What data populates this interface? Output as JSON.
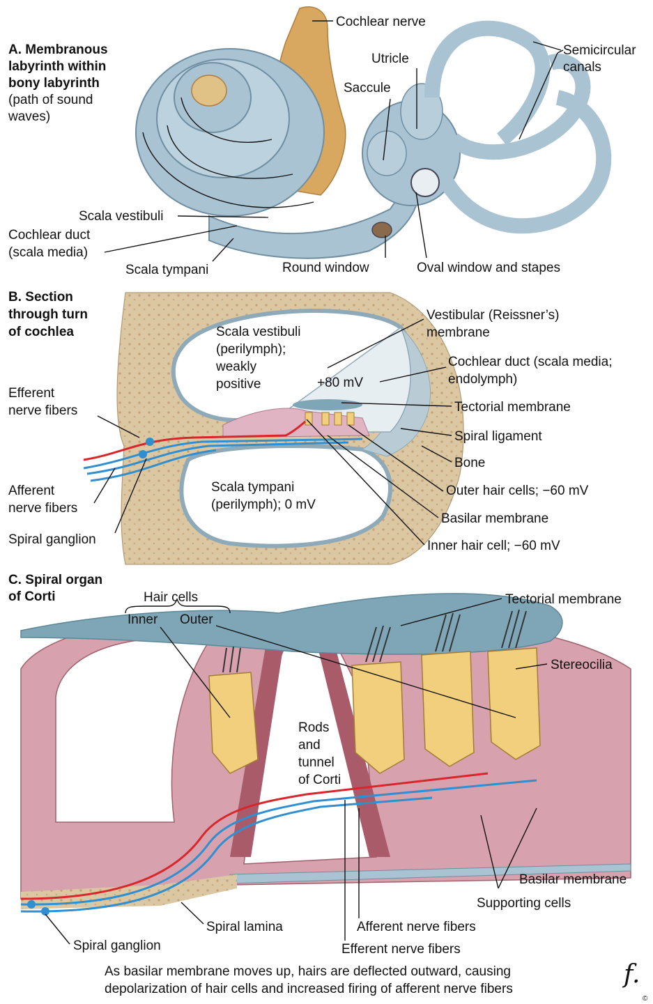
{
  "panel_a": {
    "title_lines": [
      "A. Membranous",
      "labyrinth within",
      "bony labyrinth"
    ],
    "subtitle_lines": [
      "(path of sound",
      "waves)"
    ],
    "labels": {
      "cochlear_nerve": "Cochlear nerve",
      "semicircular_canals_lines": [
        "Semicircular",
        "canals"
      ],
      "utricle": "Utricle",
      "saccule": "Saccule",
      "scala_vestibuli": "Scala vestibuli",
      "cochlear_duct_lines": [
        "Cochlear duct",
        "(scala media)"
      ],
      "scala_tympani": "Scala tympani",
      "round_window": "Round window",
      "oval_window": "Oval window and stapes"
    }
  },
  "panel_b": {
    "title_lines": [
      "B. Section",
      "through turn",
      "of cochlea"
    ],
    "labels": {
      "scala_vestibuli_lines": [
        "Scala vestibuli",
        "(perilymph);",
        "weakly",
        "positive"
      ],
      "vestibular_membrane_lines": [
        "Vestibular (Reissner’s)",
        "membrane"
      ],
      "cochlear_duct_lines": [
        "Cochlear duct (scala media;",
        "endolymph)"
      ],
      "plus_80": "+80 mV",
      "tectorial_membrane": "Tectorial membrane",
      "spiral_ligament": "Spiral ligament",
      "bone": "Bone",
      "efferent_lines": [
        "Efferent",
        "nerve fibers"
      ],
      "afferent_lines": [
        "Afferent",
        "nerve fibers"
      ],
      "spiral_ganglion": "Spiral ganglion",
      "scala_tympani_lines": [
        "Scala tympani",
        "(perilymph); 0 mV"
      ],
      "outer_hair_cells": "Outer hair cells; −60 mV",
      "basilar_membrane": "Basilar membrane",
      "inner_hair_cell": "Inner hair cell; −60 mV"
    }
  },
  "panel_c": {
    "title_lines": [
      "C. Spiral organ",
      "of Corti"
    ],
    "labels": {
      "hair_cells": "Hair cells",
      "inner": "Inner",
      "outer": "Outer",
      "tectorial_membrane": "Tectorial membrane",
      "stereocilia": "Stereocilia",
      "rods_lines": [
        "Rods",
        "and",
        "tunnel",
        "of Corti"
      ],
      "basilar_membrane": "Basilar membrane",
      "supporting_cells": "Supporting cells",
      "spiral_lamina": "Spiral lamina",
      "afferent": "Afferent nerve fibers",
      "spiral_ganglion": "Spiral ganglion",
      "efferent": "Efferent nerve fibers"
    },
    "caption_lines": [
      "As basilar membrane moves up, hairs are deflected outward, causing",
      "depolarization of hair cells and increased firing of afferent nerve fibers"
    ]
  },
  "signature": {
    "initial": "f.",
    "mark": "©"
  },
  "colors": {
    "labyrinth": "#a9c3d2",
    "cochlear_nerve": "#d9a860",
    "bone": "#dcc7a3",
    "tectorial": "#7fa6b6",
    "tissue": "#d7a1ad",
    "hair_cell": "#f2cf7d",
    "afferent": "#2f8fd0",
    "efferent": "#d8262b"
  }
}
